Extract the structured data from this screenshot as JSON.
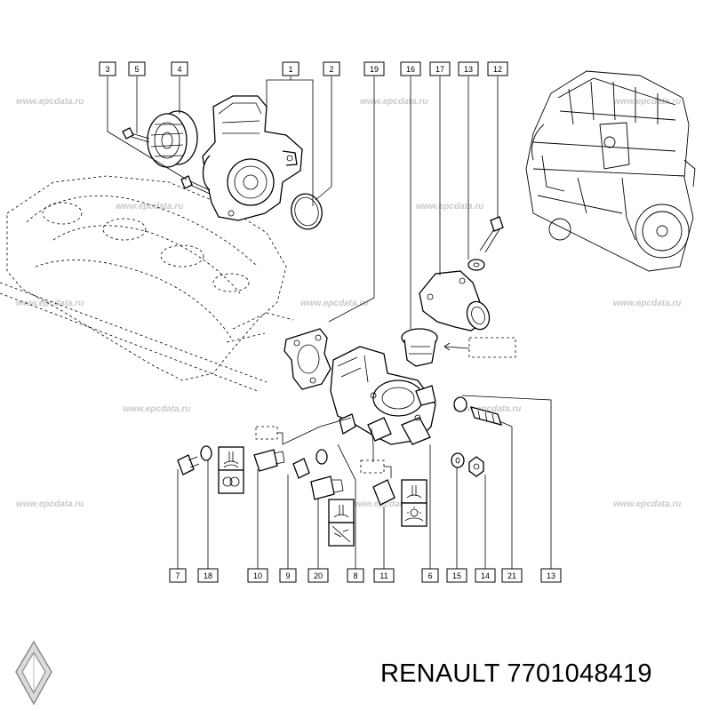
{
  "watermark": "www.epcdata.ru",
  "callouts": [
    "3",
    "5",
    "4",
    "1",
    "2",
    "19",
    "16",
    "17",
    "13",
    "12",
    "7",
    "18",
    "10",
    "9",
    "20",
    "8",
    "11",
    "6",
    "15",
    "14",
    "21",
    "13"
  ],
  "footer": {
    "brand": "RENAULT",
    "part_number": "7701048419"
  }
}
